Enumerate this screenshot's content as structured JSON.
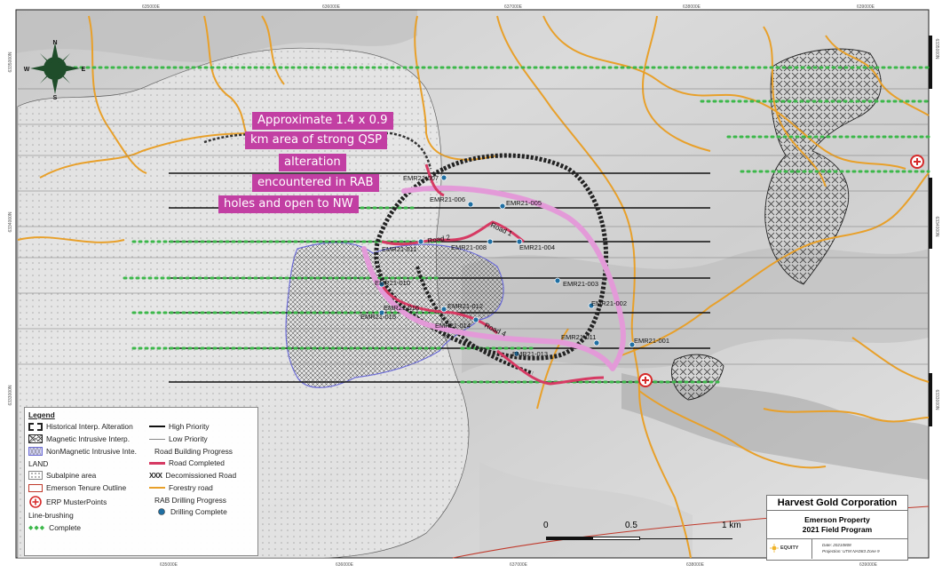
{
  "map": {
    "grid_ticks_top": [
      "635000E",
      "636000E",
      "637000E",
      "638000E",
      "639000E"
    ],
    "grid_ticks_side_left": [
      "6335000N",
      "6334000N",
      "6333000N"
    ],
    "grid_ticks_side_right": [
      "6335000N",
      "6334000N",
      "6333000N"
    ],
    "north_arrow": {
      "n": "N",
      "s": "S",
      "e": "E",
      "w": "W"
    },
    "callout_lines": [
      "Approximate 1.4 x 0.9",
      "km area of strong QSP",
      "alteration",
      "encountered in RAB",
      "holes and open to NW"
    ],
    "drill_holes": [
      "EMR21-007",
      "EMR21-006",
      "EMR21-005",
      "EMR21-011",
      "EMR21-008",
      "EMR21-004",
      "EMR21-003",
      "EMR21-010",
      "EMR21-002",
      "EMR21-016",
      "EMR21-012",
      "EMR21-015",
      "EMR21-014",
      "EMR21-011",
      "EMR21-001",
      "EMR21-013"
    ],
    "road_labels": [
      "Road 1",
      "Road 2",
      "Road 4"
    ],
    "colors": {
      "callout": "#c23fa3",
      "road_completed": "#d63a63",
      "forestry_road": "#e8a02a",
      "drill": "#1f6fa3",
      "linebrush": "#3cb84a",
      "tenure": "#c0392b",
      "altered": "#e39ad8"
    }
  },
  "legend": {
    "title": "Legend",
    "left_items": [
      "Historical Interp. Alteration",
      "Magnetic Intrusive Interp.",
      "NonMagnetic Intrusive Inte.",
      "LAND",
      "Subalpine area",
      "Emerson Tenure Outline",
      "ERP MusterPoints",
      "Line-brushing",
      "Complete"
    ],
    "right_items": [
      "High Priority",
      "Low Priority",
      "Road Building Progress",
      "Road Completed",
      "Decomissioned Road",
      "Forestry road",
      "RAB Drilling Progress",
      "Drilling Complete"
    ]
  },
  "scale": {
    "labels": [
      "0",
      "0.5",
      "1 km"
    ]
  },
  "title_block": {
    "company": "Harvest Gold Corporation",
    "property": "Emerson Property",
    "program": "2021 Field Program",
    "logo_text": "EQUITY",
    "date": "Date: 20210808",
    "projection": "Projection: UTM NAD83 Zone 9"
  }
}
